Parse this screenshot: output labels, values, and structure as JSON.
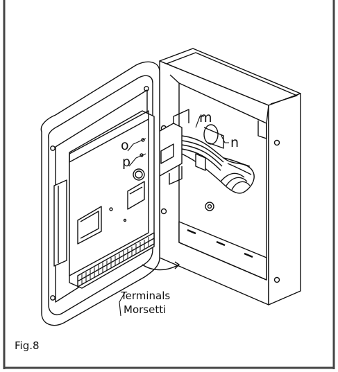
{
  "figure": {
    "caption": "Fig.8",
    "callouts": {
      "m": "m",
      "n": "n",
      "o": "o",
      "p": "p"
    },
    "terminals_label_en": "Terminals",
    "terminals_label_it": "Morsetti"
  }
}
